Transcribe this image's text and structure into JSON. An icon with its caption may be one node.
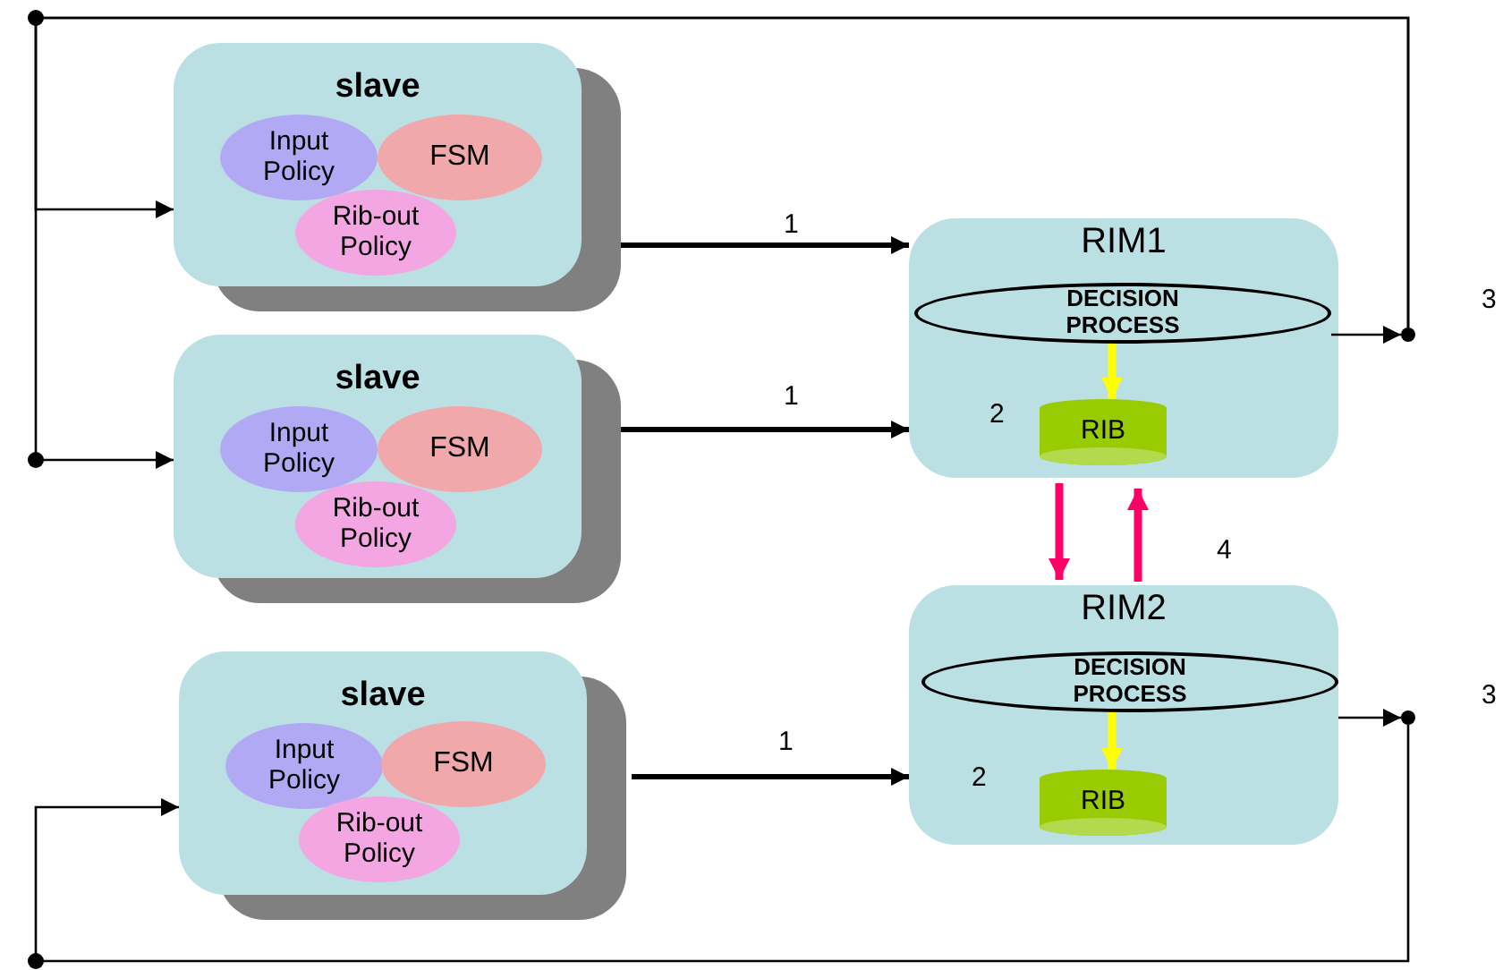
{
  "diagram": {
    "nodes": [
      {
        "text": [
          "slave"
        ]
      },
      {
        "text": [
          "Input Policy"
        ],
        "in": 0
      },
      {
        "text": [
          "FSM"
        ],
        "in": 0
      },
      {
        "text": [
          "Rib-out Policy"
        ],
        "in": 0
      },
      {
        "text": [
          "slave"
        ]
      },
      {
        "text": [
          "Input Policy"
        ],
        "in": 4
      },
      {
        "text": [
          "FSM"
        ],
        "in": 4
      },
      {
        "text": [
          "Rib-out Policy"
        ],
        "in": 4
      },
      {
        "text": [
          "slave"
        ]
      },
      {
        "text": [
          "Input Policy"
        ],
        "in": 8
      },
      {
        "text": [
          "FSM"
        ],
        "in": 8
      },
      {
        "text": [
          "Rib-out Policy"
        ],
        "in": 8
      },
      {
        "text": [
          "RIM1"
        ]
      },
      {
        "text": [
          "DECISION PROCESS"
        ],
        "in": 12
      },
      {
        "text": [
          "RIB"
        ],
        "in": 12
      },
      {
        "text": [
          "RIM2"
        ]
      },
      {
        "text": [
          "DECISION PROCESS"
        ],
        "in": 15
      },
      {
        "text": [
          "RIB"
        ],
        "in": 15
      },
      {
        "text": [],
        "shape": "circle"
      },
      {
        "text": [],
        "shape": "circle"
      }
    ],
    "edges": [
      {
        "from": 0,
        "to": 12,
        "arrow": "to",
        "label": "1"
      },
      {
        "from": 4,
        "to": 12,
        "arrow": "to",
        "label": "1"
      },
      {
        "from": 8,
        "to": 15,
        "arrow": "to",
        "label": "1"
      },
      {
        "from": 13,
        "to": 14,
        "arrow": "to",
        "color": "#ffff00"
      },
      {
        "from": 16,
        "to": 17,
        "arrow": "to",
        "color": "#ffff00"
      },
      {
        "from": 12,
        "to": 15,
        "arrow": "to",
        "color": "#ff0066"
      },
      {
        "from": 15,
        "to": 12,
        "arrow": "to",
        "color": "#ff0066"
      },
      {
        "from": 13,
        "to": 18,
        "arrow": "to"
      },
      {
        "from": 18,
        "to": 0,
        "arrow": "to"
      },
      {
        "from": 18,
        "to": 4,
        "arrow": "to"
      },
      {
        "from": 16,
        "to": 19,
        "arrow": "to"
      },
      {
        "from": 19,
        "to": 8,
        "arrow": "to"
      }
    ],
    "labels": [
      "3",
      "2",
      "4",
      "3",
      "2"
    ]
  }
}
